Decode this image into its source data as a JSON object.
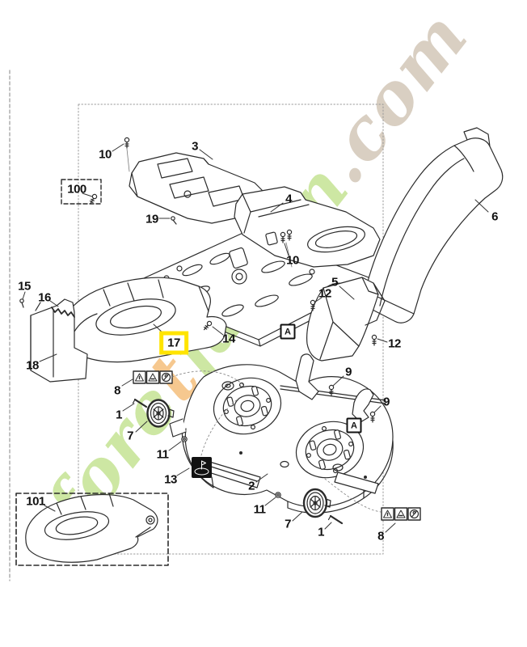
{
  "watermark": {
    "segments": [
      {
        "text": "fore",
        "color": "#cde7a3"
      },
      {
        "text": "t",
        "color": "#f6c88f"
      },
      {
        "text": "jardin",
        "color": "#cde7a3"
      },
      {
        "text": ".com",
        "color": "#d9cfc2"
      }
    ]
  },
  "diagram": {
    "highlight_color": "#ffe400",
    "line_color": "#2b2b2b",
    "labels": [
      {
        "id": "10a",
        "text": "10"
      },
      {
        "id": "3",
        "text": "3"
      },
      {
        "id": "100",
        "text": "100"
      },
      {
        "id": "19",
        "text": "19"
      },
      {
        "id": "4",
        "text": "4"
      },
      {
        "id": "10b",
        "text": "10"
      },
      {
        "id": "6",
        "text": "6"
      },
      {
        "id": "5",
        "text": "5"
      },
      {
        "id": "12a",
        "text": "12"
      },
      {
        "id": "12b",
        "text": "12"
      },
      {
        "id": "15",
        "text": "15"
      },
      {
        "id": "16",
        "text": "16"
      },
      {
        "id": "17",
        "text": "17"
      },
      {
        "id": "14",
        "text": "14"
      },
      {
        "id": "18",
        "text": "18"
      },
      {
        "id": "8a",
        "text": "8"
      },
      {
        "id": "9a",
        "text": "9"
      },
      {
        "id": "9b",
        "text": "9"
      },
      {
        "id": "1a",
        "text": "1"
      },
      {
        "id": "7a",
        "text": "7"
      },
      {
        "id": "11a",
        "text": "11"
      },
      {
        "id": "13",
        "text": "13"
      },
      {
        "id": "2",
        "text": "2"
      },
      {
        "id": "11b",
        "text": "11"
      },
      {
        "id": "101",
        "text": "101"
      },
      {
        "id": "7b",
        "text": "7"
      },
      {
        "id": "1b",
        "text": "1"
      },
      {
        "id": "8b",
        "text": "8"
      }
    ],
    "markers": [
      {
        "id": "A1",
        "text": "A"
      },
      {
        "id": "A2",
        "text": "A"
      }
    ]
  }
}
